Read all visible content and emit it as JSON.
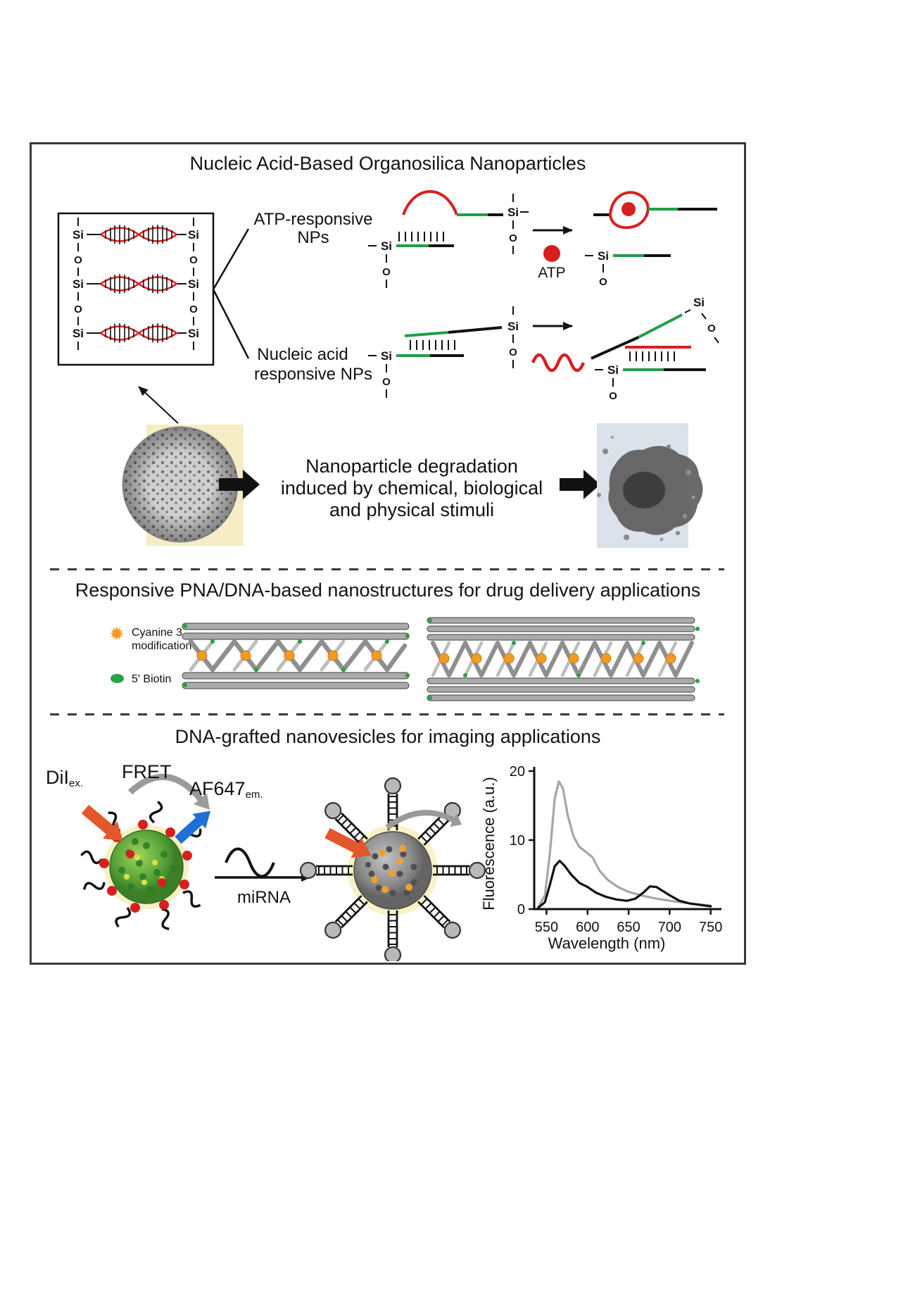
{
  "figure_title": "Nucleic Acid-Based Organosilica Nanoparticles",
  "labels": {
    "si": "Si",
    "o": "O",
    "atp": "ATP",
    "atp_responsive_1": "ATP-responsive",
    "atp_responsive_2": "NPs",
    "nucleic_1": "Nucleic acid",
    "nucleic_2": "responsive NPs"
  },
  "degradation": {
    "line1": "Nanoparticle degradation",
    "line2": "induced by chemical, biological",
    "line3": "and physical stimuli"
  },
  "section2": {
    "title": "Responsive PNA/DNA-based nanostructures for drug delivery applications",
    "legend": {
      "cyanine_1": "Cyanine 3",
      "cyanine_2": "modification",
      "biotin": "5' Biotin"
    }
  },
  "section3": {
    "title": "DNA-grafted nanovesicles for imaging applications",
    "dii": "DiI",
    "dii_sub": "ex.",
    "fret": "FRET",
    "af647": "AF647",
    "af647_sub": "em.",
    "mirna": "miRNA"
  },
  "icons": {
    "cyanine3_glyph": "✹",
    "cyanine3": "orange-star-icon",
    "biotin": "green-oval-icon",
    "atp": "red-circle-icon"
  },
  "colors": {
    "dna_red": "#d81f1f",
    "strand_green": "#1f9e46",
    "cyanine_orange": "#f59b23",
    "dii_arrow_orange": "#e2572b",
    "af647_arrow_blue": "#1f6fd6",
    "series_gray": "#a6a6a6",
    "series_black": "#111111"
  },
  "chart_data": {
    "type": "line",
    "title": "",
    "xlabel": "Wavelength (nm)",
    "ylabel": "Fluorescence (a.u.)",
    "xlim": [
      535,
      758
    ],
    "ylim": [
      0,
      20
    ],
    "xticks": [
      550,
      600,
      650,
      700,
      750
    ],
    "yticks": [
      0,
      10,
      20
    ],
    "grid": false,
    "legend_position": "none",
    "series": [
      {
        "name": "gray_curve",
        "color": "#a6a6a6",
        "x": [
          540,
          548,
          554,
          560,
          565,
          570,
          576,
          583,
          590,
          598,
          606,
          615,
          625,
          637,
          650,
          665,
          680,
          700,
          720,
          750
        ],
        "y": [
          0.3,
          2,
          8,
          16,
          18.5,
          17.5,
          13.5,
          10.5,
          9,
          8.3,
          7.5,
          5.5,
          4.2,
          3.2,
          2.5,
          2,
          1.6,
          1.2,
          0.9,
          0.5
        ]
      },
      {
        "name": "black_curve",
        "color": "#111111",
        "x": [
          540,
          548,
          554,
          560,
          566,
          572,
          580,
          590,
          600,
          610,
          622,
          635,
          648,
          658,
          668,
          676,
          684,
          692,
          700,
          712,
          725,
          750
        ],
        "y": [
          0.2,
          1,
          3.5,
          6.2,
          7,
          6.3,
          5,
          3.8,
          3.2,
          2.4,
          1.8,
          1.4,
          1.2,
          1.5,
          2.4,
          3.3,
          3.2,
          2.6,
          2,
          1.2,
          0.8,
          0.4
        ]
      }
    ]
  }
}
